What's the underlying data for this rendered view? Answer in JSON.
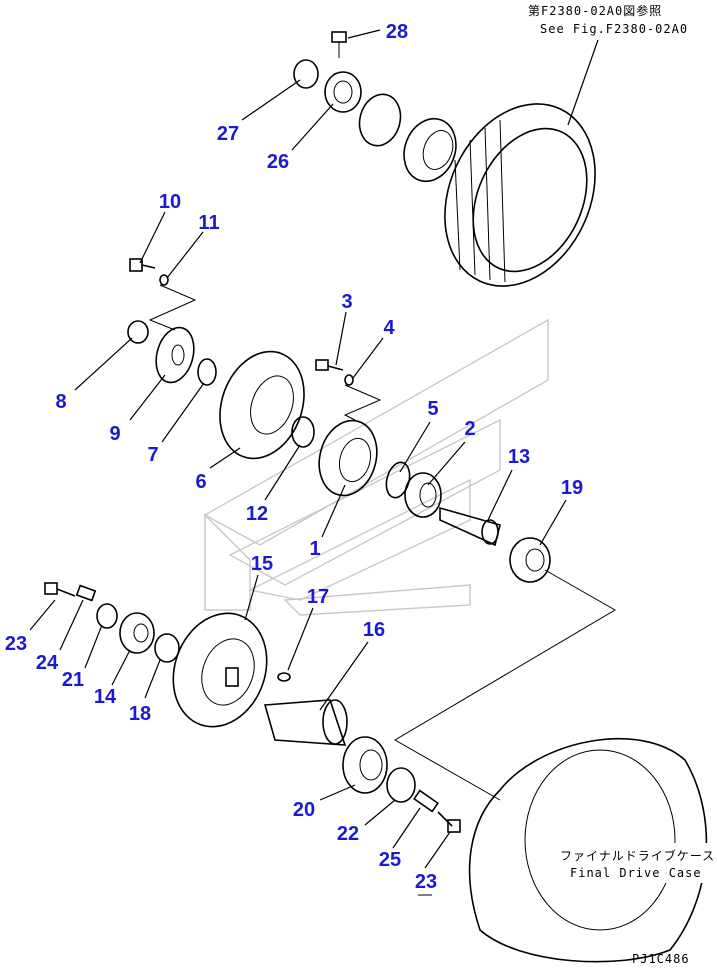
{
  "diagram": {
    "note_top_jp": "第F2380-02A0図参照",
    "note_top_en": "See Fig.F2380-02A0",
    "note_case_jp": "ファイナルドライブケース",
    "note_case_en": "Final Drive Case",
    "figure_code": "PJ1C486",
    "callouts": [
      "28",
      "27",
      "26",
      "10",
      "11",
      "3",
      "4",
      "8",
      "9",
      "7",
      "6",
      "5",
      "2",
      "13",
      "12",
      "19",
      "1",
      "15",
      "17",
      "16",
      "23",
      "24",
      "21",
      "14",
      "18",
      "20",
      "22",
      "25",
      "23"
    ],
    "callout_color": "#1a1ad6"
  }
}
